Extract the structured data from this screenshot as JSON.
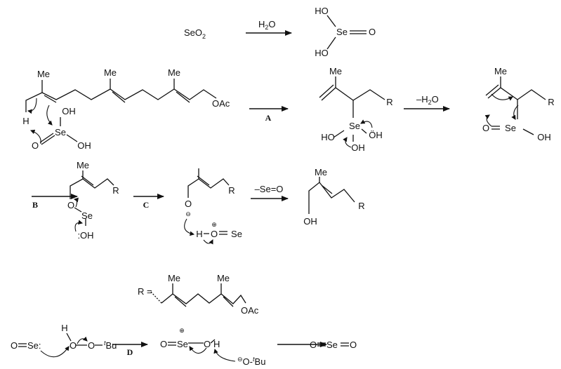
{
  "title": "SeO2 allylic oxidation mechanism of farnesyl acetate",
  "reagents": {
    "seo2_main": "SeO",
    "seo2_sub": "2",
    "h2o_main": "H",
    "h2o_sub": "2",
    "h2o_o": "O"
  },
  "atoms": {
    "me": "Me",
    "oh": "OH",
    "ho": "HO",
    "se": "Se",
    "o": "O",
    "h": "H",
    "r": "R",
    "oac": "OAc",
    "lone_oh": ":OH",
    "dot_oh": "ÖH",
    "plus": "⊕",
    "minus": "⊖",
    "tbu_t": "t",
    "tbu": "Bu",
    "se_colon": "Se:",
    "o_eq": "O",
    "eq": "=",
    "dash": "—"
  },
  "steps": {
    "a": "A",
    "b": "B",
    "c": "C",
    "d": "D"
  },
  "arrow_labels": {
    "minus_h2o": "–H",
    "minus_h2o_sub": "2",
    "minus_h2o_o": "O",
    "minus_seo": "–Se=O"
  },
  "legend": {
    "r_equals": "R ="
  }
}
